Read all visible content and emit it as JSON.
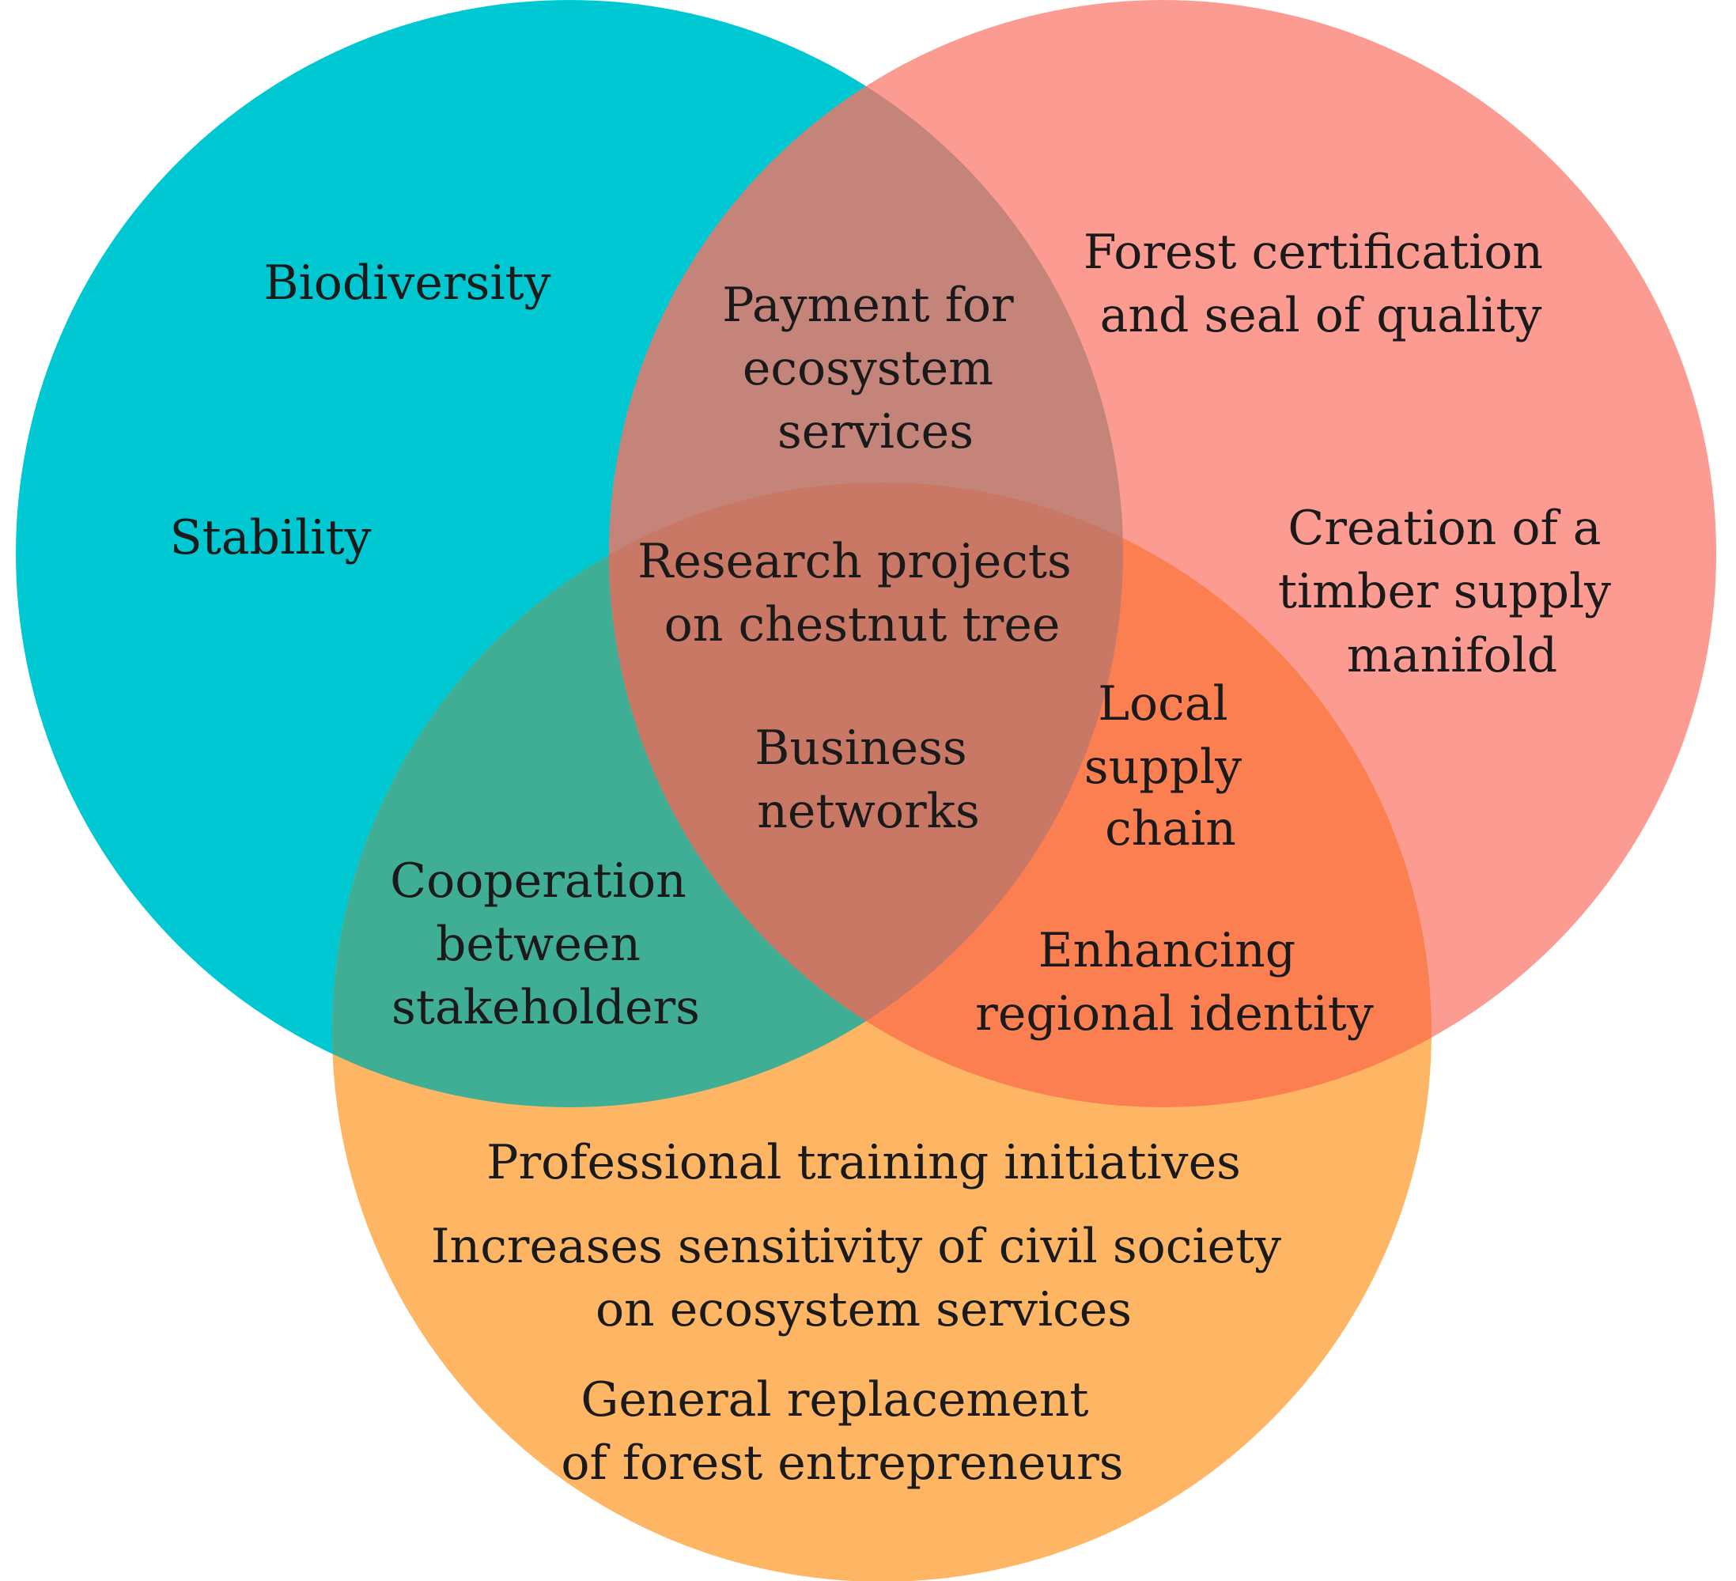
{
  "colors": {
    "environment_circle": "#00c8d2",
    "economy_circle": "#fc9b91",
    "society_circle": "#feb664",
    "environment_economy_overlap": "#c4847a",
    "environment_society_overlap": "#3fae94",
    "economy_society_overlap": "#fb7f51",
    "center_overlap": "#c97866",
    "text": "#1a1a1a"
  },
  "regions": {
    "environment_only": {
      "biodiversity": [
        "Biodiversity"
      ],
      "stability": [
        "Stability"
      ]
    },
    "economy_only": {
      "forest_certification": [
        "Forest certification",
        "and seal of quality"
      ],
      "timber_supply": [
        "Creation of a",
        "timber supply",
        "manifold"
      ]
    },
    "society_only": {
      "professional_training": [
        "Professional training initiatives"
      ],
      "civil_society": [
        "Increases sensitivity of civil society",
        "on ecosystem services"
      ],
      "replacement": [
        "General replacement",
        "of forest entrepreneurs"
      ]
    },
    "environment_economy": {
      "payment": [
        "Payment for",
        "ecosystem",
        "services"
      ]
    },
    "environment_society": {
      "cooperation": [
        "Cooperation",
        "between",
        "stakeholders"
      ]
    },
    "economy_society": {
      "local_supply": [
        "Local",
        "supply",
        "chain"
      ],
      "regional_identity": [
        "Enhancing",
        "regional identity"
      ]
    },
    "all_three": {
      "research": [
        "Research projects",
        "on chestnut tree"
      ],
      "business": [
        "Business",
        "networks"
      ]
    }
  }
}
